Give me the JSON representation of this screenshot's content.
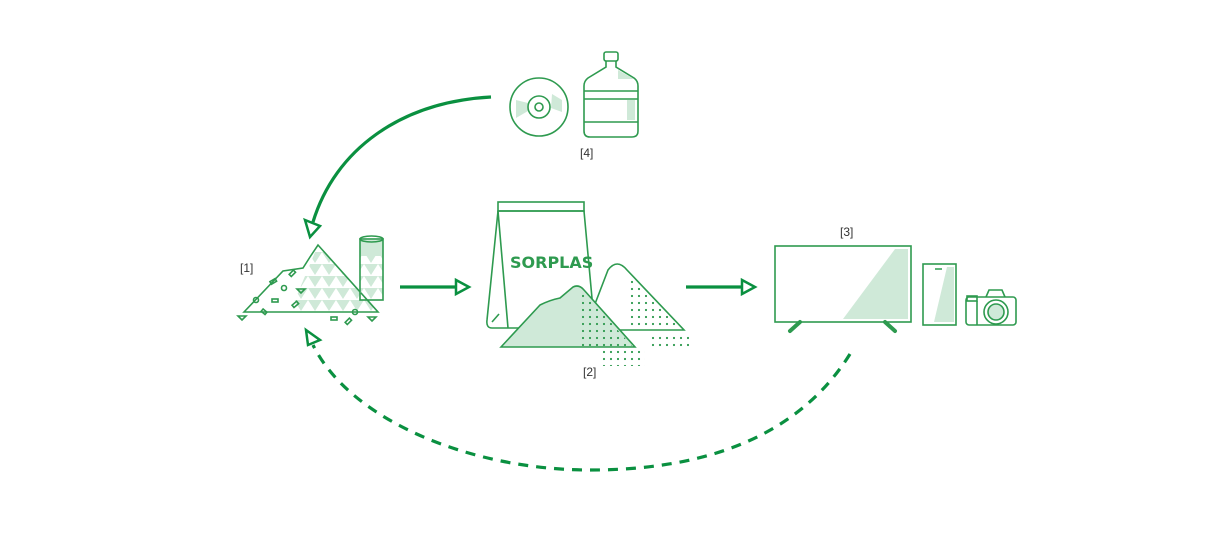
{
  "labels": {
    "raw_material": "[1]",
    "sorplas": "[2]",
    "products": "[3]",
    "waste_sources": "[4]"
  },
  "bag_brand": "SORPLAS",
  "colors": {
    "accent": "#0a9040",
    "line": "#2e9a4f",
    "fill": "#cfe9d8"
  }
}
